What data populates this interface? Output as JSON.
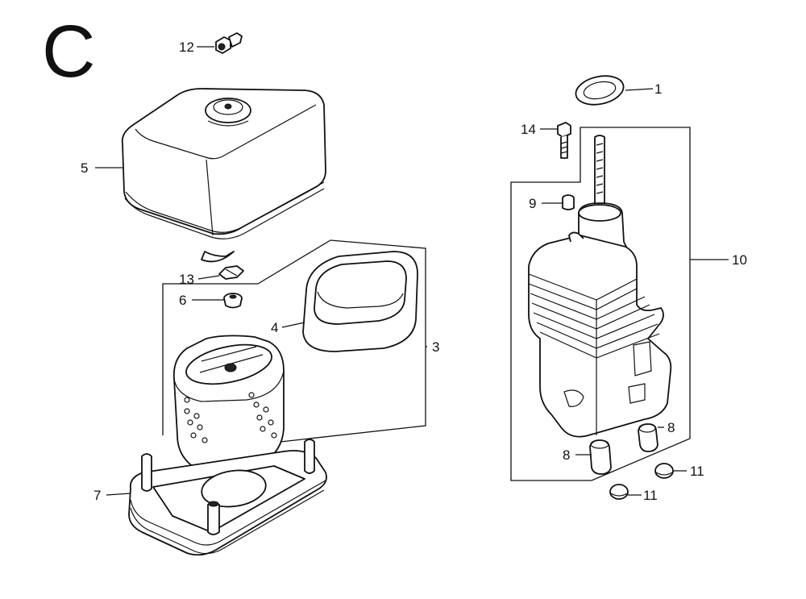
{
  "diagram": {
    "section_letter": "C",
    "callouts": [
      {
        "id": "1",
        "label": "1"
      },
      {
        "id": "3",
        "label": "3"
      },
      {
        "id": "4",
        "label": "4"
      },
      {
        "id": "5",
        "label": "5"
      },
      {
        "id": "6",
        "label": "6"
      },
      {
        "id": "7",
        "label": "7"
      },
      {
        "id": "8a",
        "label": "8"
      },
      {
        "id": "8b",
        "label": "8"
      },
      {
        "id": "9",
        "label": "9"
      },
      {
        "id": "10",
        "label": "10"
      },
      {
        "id": "11a",
        "label": "11"
      },
      {
        "id": "11b",
        "label": "11"
      },
      {
        "id": "12",
        "label": "12"
      },
      {
        "id": "13",
        "label": "13"
      },
      {
        "id": "14",
        "label": "14"
      }
    ]
  }
}
